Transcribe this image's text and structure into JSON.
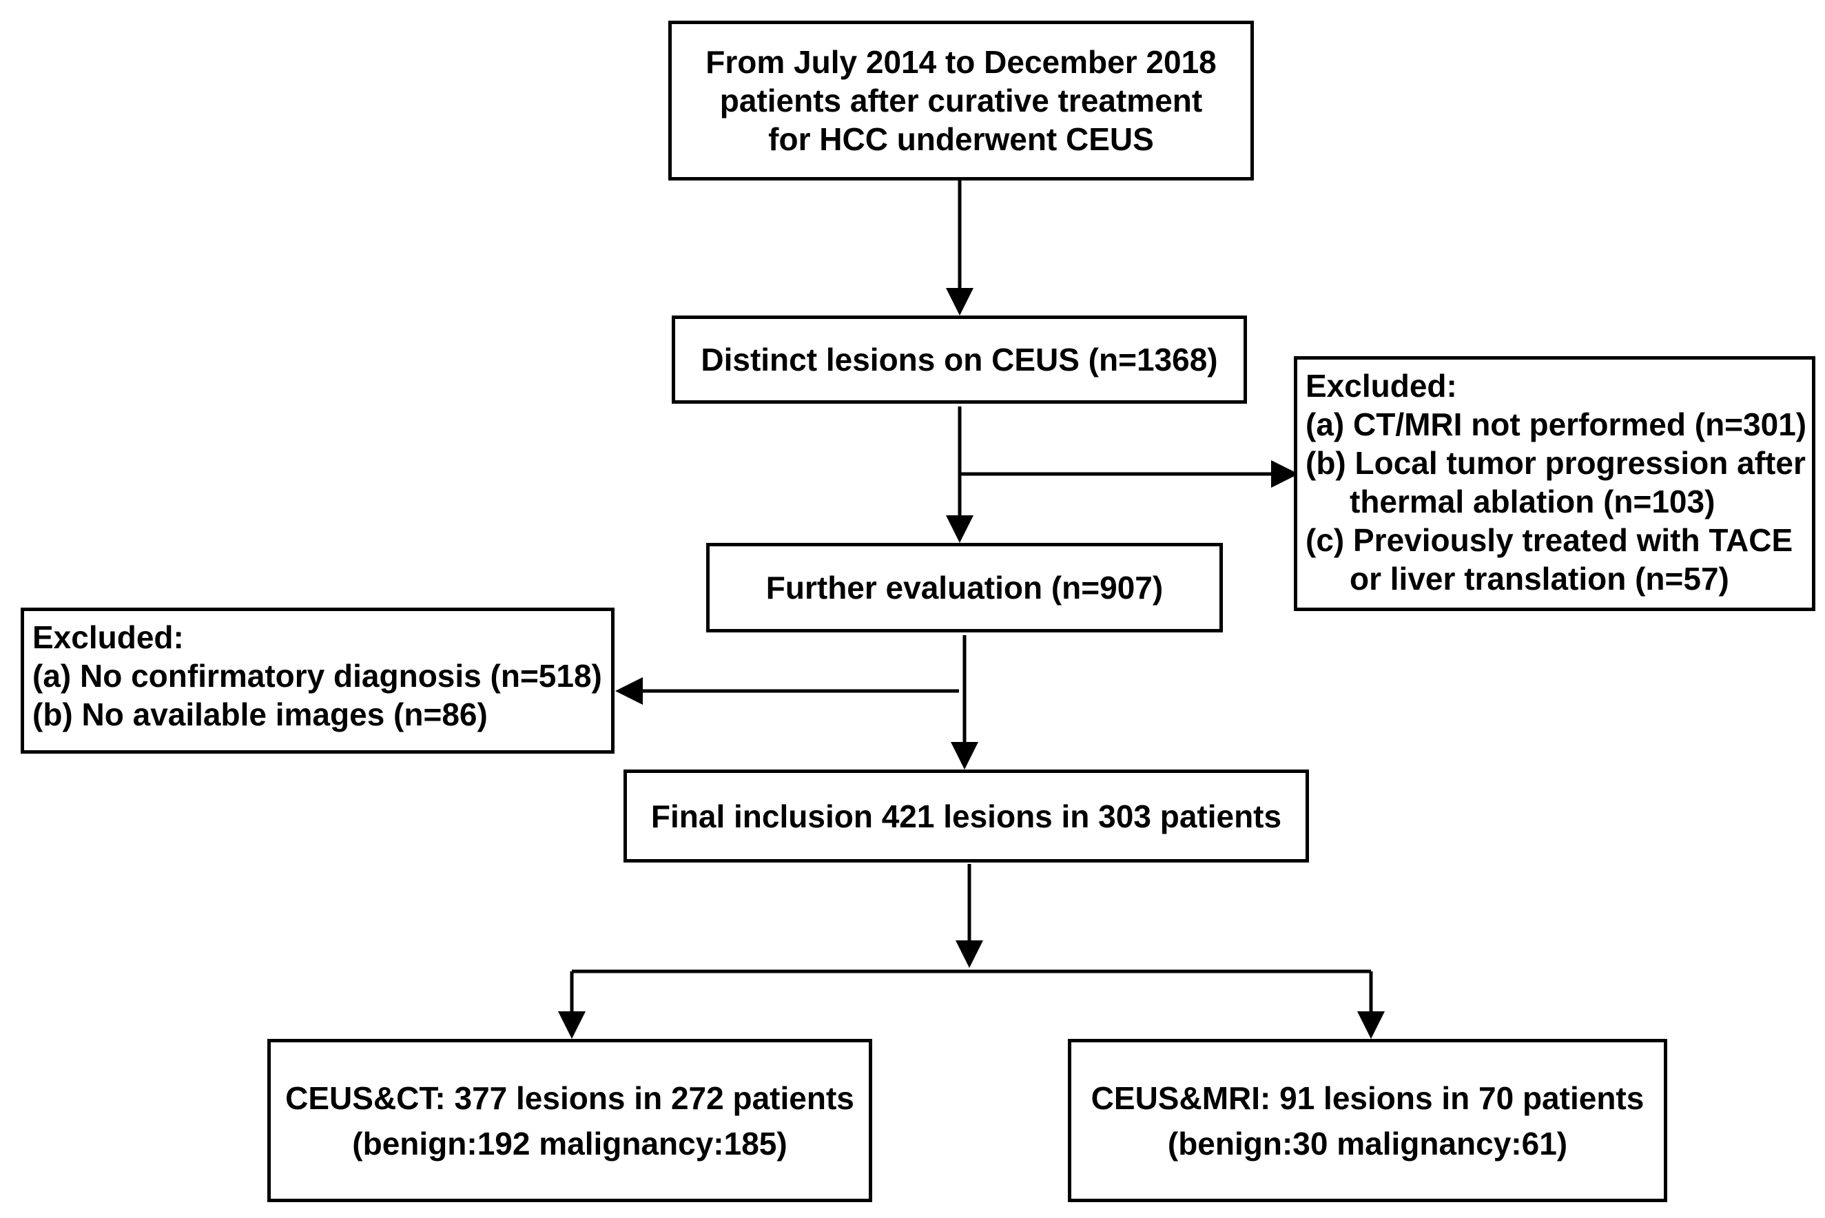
{
  "start_box": {
    "lines": [
      "From July 2014 to December 2018",
      "patients after curative treatment",
      "for  HCC underwent  CEUS"
    ]
  },
  "lesions_box": {
    "text": "Distinct lesions on CEUS (n=1368)"
  },
  "exclusion_1": {
    "title": "Excluded:",
    "items": [
      "(a) CT/MRI not performed (n=301)",
      "(b) Local tumor progression after",
      "thermal ablation (n=103)",
      "(c) Previously treated with TACE",
      "or liver translation (n=57)"
    ]
  },
  "evaluation_box": {
    "text": "Further evaluation (n=907)"
  },
  "exclusion_2": {
    "title": "Excluded:",
    "items": [
      "(a) No confirmatory diagnosis (n=518)",
      "(b) No available images (n=86)"
    ]
  },
  "final_box": {
    "text": "Final inclusion 421 lesions in 303 patients"
  },
  "ct_box": {
    "lines": [
      "CEUS&CT: 377 lesions in 272 patients",
      "(benign:192  malignancy:185)"
    ]
  },
  "mri_box": {
    "lines": [
      "CEUS&MRI: 91 lesions in 70 patients",
      "(benign:30  malignancy:61)"
    ]
  }
}
